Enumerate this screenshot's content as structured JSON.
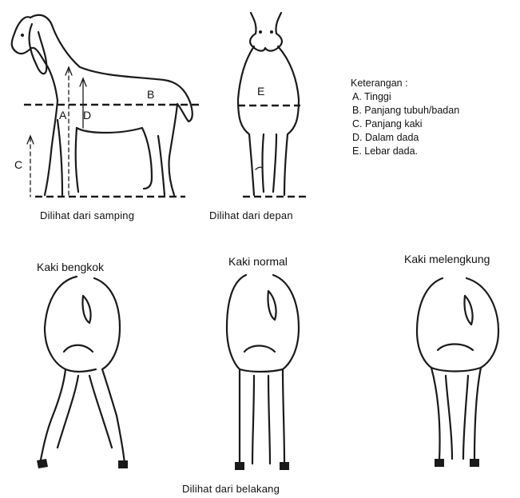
{
  "captions": {
    "side": "Dilihat dari samping",
    "front": "Dilihat dari depan",
    "back": "Dilihat dari belakang"
  },
  "rear_labels": {
    "bent": "Kaki bengkok",
    "normal": "Kaki normal",
    "curved": "Kaki melengkung"
  },
  "measure_letters": {
    "A": "A",
    "B": "B",
    "C": "C",
    "D": "D",
    "E": "E"
  },
  "legend": {
    "title": "Keterangan :",
    "items": [
      "A. Tinggi",
      "B. Panjang tubuh/badan",
      "C. Panjang kaki",
      "D. Dalam dada",
      "E. Lebar dada."
    ]
  }
}
